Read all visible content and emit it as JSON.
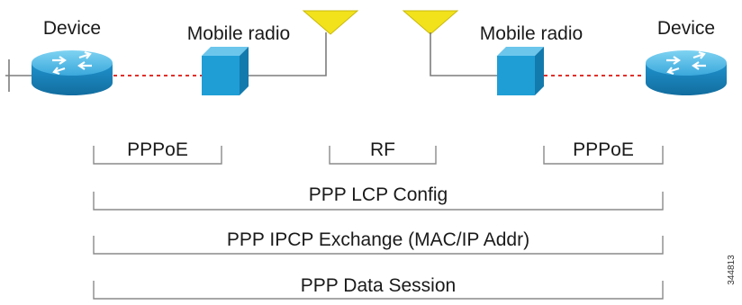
{
  "nodes": {
    "device_left": "Device",
    "radio_left": "Mobile radio",
    "radio_right": "Mobile radio",
    "device_right": "Device"
  },
  "segments": {
    "pppoe_left": "PPPoE",
    "rf": "RF",
    "pppoe_right": "PPPoE"
  },
  "sessions": [
    "PPP LCP Config",
    "PPP IPCP Exchange (MAC/IP Addr)",
    "PPP Data Session"
  ],
  "figure_id": "344813",
  "colors": {
    "router_blue": "#1e8fc8",
    "router_top": "#5cc0e8",
    "radio_blue": "#1f9ed6",
    "antenna_yellow": "#f2e21c",
    "link_red": "#e0302a",
    "bracket_gray": "#8a8a8a"
  },
  "icons": [
    "router-icon",
    "radio-icon",
    "antenna-icon"
  ]
}
